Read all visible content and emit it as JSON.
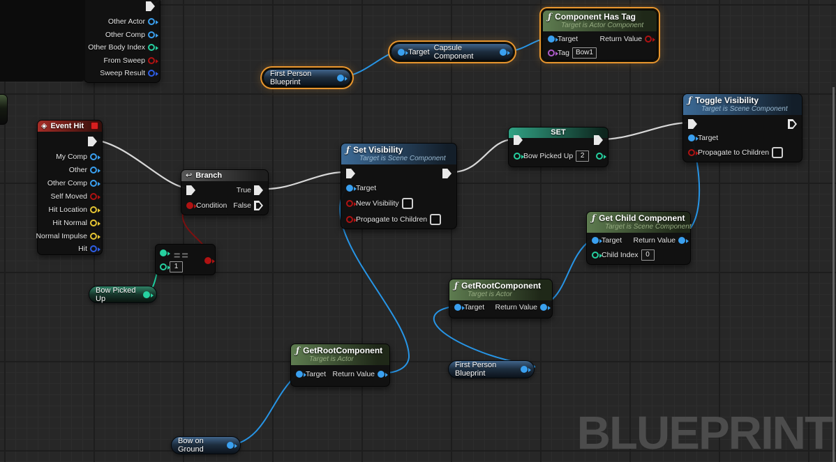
{
  "watermark": "BLUEPRINT",
  "colors": {
    "selection_orange": "#e9962e",
    "wire_exec": "#d8d8d8",
    "wire_object": "#2795e6",
    "wire_int": "#1ed1a1",
    "wire_bool": "#7d1010",
    "pin_object": "#3aa0f0",
    "pin_struct": "#2e5ee6",
    "pin_bool": "#b01212",
    "pin_vector": "#e6c533",
    "pin_int": "#26d1a0",
    "pin_name": "#b05ccc"
  },
  "nodes": {
    "hit_partial": {
      "pins": [
        "Other Actor",
        "Other Comp",
        "Other Body Index",
        "From Sweep",
        "Sweep Result"
      ]
    },
    "event_hit": {
      "title": "Event Hit",
      "pins": [
        "My Comp",
        "Other",
        "Other Comp",
        "Self Moved",
        "Hit Location",
        "Hit Normal",
        "Normal Impulse",
        "Hit"
      ]
    },
    "branch": {
      "title": "Branch",
      "condition": "Condition",
      "true": "True",
      "false": "False"
    },
    "equal_int": {
      "operator": "==",
      "default_value": "1"
    },
    "bow_picked_up_get": {
      "label": "Bow Picked Up"
    },
    "set_visibility": {
      "title": "Set Visibility",
      "subtitle": "Target is Scene Component",
      "pins": {
        "target": "Target",
        "new_visibility": "New Visibility",
        "propagate": "Propagate to Children"
      }
    },
    "set_bow_picked_up": {
      "title": "SET",
      "variable": "Bow Picked Up",
      "value": "2"
    },
    "toggle_visibility": {
      "title": "Toggle Visibility",
      "subtitle": "Target is Scene Component",
      "pins": {
        "target": "Target",
        "propagate": "Propagate to Children"
      }
    },
    "component_has_tag": {
      "title": "Component Has Tag",
      "subtitle": "Target is Actor Component",
      "pins": {
        "target": "Target",
        "return_value": "Return Value",
        "tag": "Tag"
      },
      "tag_value": "Bow1"
    },
    "get_capsule_component": {
      "pins": {
        "target": "Target",
        "output": "Capsule Component"
      }
    },
    "first_person_blueprint_top": {
      "label": "First Person Blueprint"
    },
    "get_child_component": {
      "title": "Get Child Component",
      "subtitle": "Target is Scene Component",
      "pins": {
        "target": "Target",
        "return_value": "Return Value",
        "child_index": "Child Index"
      },
      "child_index_value": "0"
    },
    "get_root_component_mid": {
      "title": "GetRootComponent",
      "subtitle": "Target is Actor",
      "pins": {
        "target": "Target",
        "return_value": "Return Value"
      }
    },
    "get_root_component_low": {
      "title": "GetRootComponent",
      "subtitle": "Target is Actor",
      "pins": {
        "target": "Target",
        "return_value": "Return Value"
      }
    },
    "first_person_blueprint_bottom": {
      "label": "First Person Blueprint"
    },
    "bow_on_ground_get": {
      "label": "Bow on Ground"
    }
  }
}
